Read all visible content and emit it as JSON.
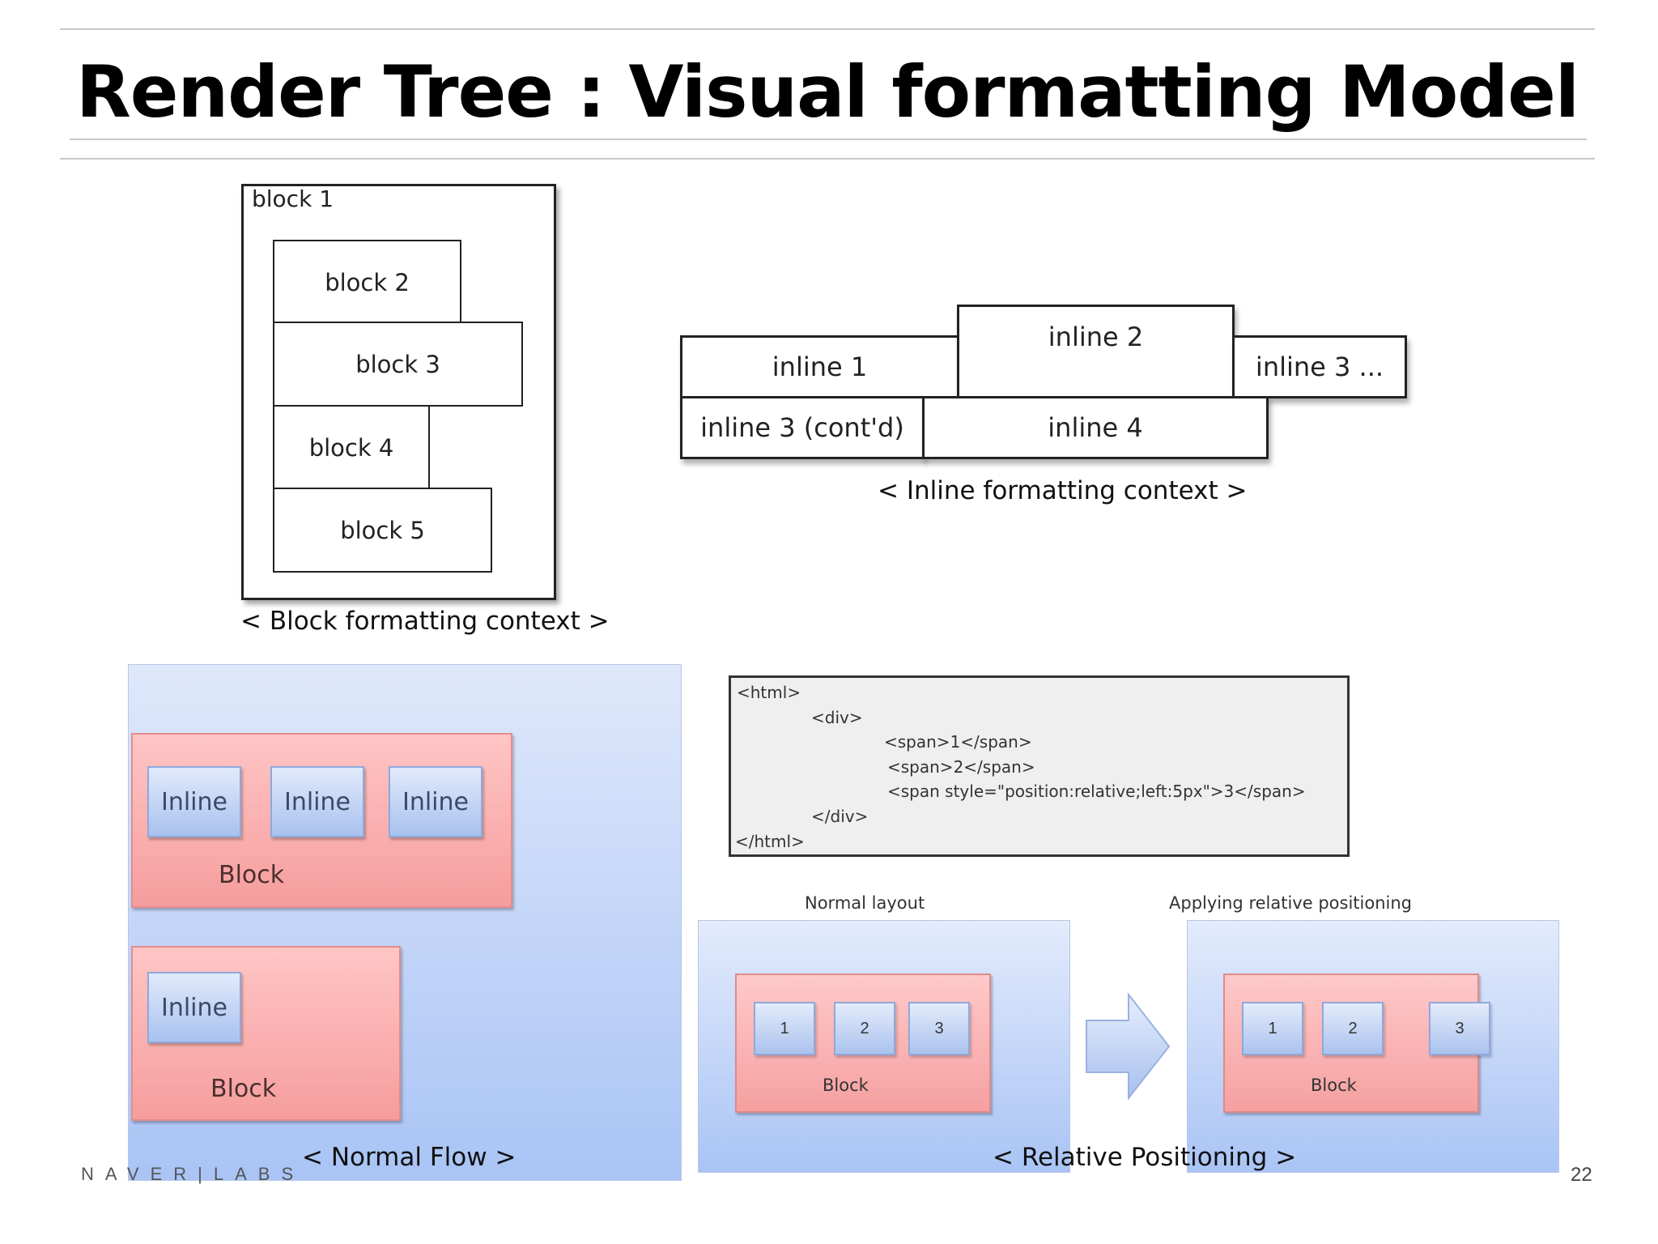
{
  "slide": {
    "title": "Render Tree : Visual formatting Model",
    "page_number": "22",
    "logo_text": "NAVER|LABS"
  },
  "block_context": {
    "blocks": [
      "block 1",
      "block 2",
      "block 3",
      "block 4",
      "block 5"
    ],
    "caption": "< Block formatting context >"
  },
  "inline_context": {
    "boxes": [
      "inline 1",
      "inline 2",
      "inline 3 ...",
      "inline 3 (cont'd)",
      "inline 4"
    ],
    "caption": "< Inline formatting context >"
  },
  "normal_flow": {
    "inline_label": "Inline",
    "block_label": "Block",
    "caption": "< Normal Flow >"
  },
  "relative_positioning": {
    "code_lines": [
      "<html>",
      "<div>",
      "<span>1</span>",
      "<span>2</span>",
      "<span style=\"position:relative;left:5px\">3</span>",
      "</div>",
      "</html>"
    ],
    "normal_caption": "Normal layout",
    "applied_caption": "Applying relative positioning",
    "numbers": [
      "1",
      "2",
      "3"
    ],
    "block_label": "Block",
    "caption": "< Relative Positioning >"
  }
}
